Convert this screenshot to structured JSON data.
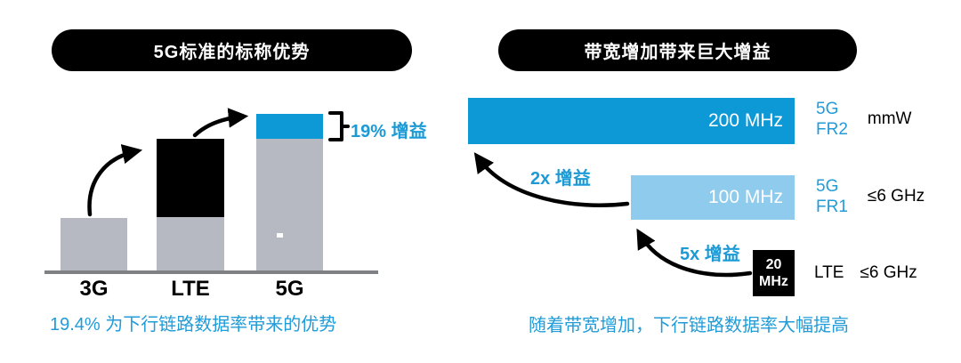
{
  "colors": {
    "accent_blue": "#0d99d6",
    "light_blue": "#8fcbec",
    "bar_gray": "#b6b8c2",
    "black": "#000000",
    "text_blue": "#219cd8",
    "baseline_gray": "#7e8084",
    "background": "#ffffff"
  },
  "left_panel": {
    "title": "5G标准的标称优势",
    "bars": [
      {
        "label": "3G"
      },
      {
        "label": "LTE"
      },
      {
        "label": "5G"
      }
    ],
    "gain_annotation": "19% 增益",
    "caption": "19.4% 为下行链路数据率带来的优势"
  },
  "right_panel": {
    "title": "带宽增加带来巨大增益",
    "bars": [
      {
        "bandwidth": "200 MHz",
        "tech": "5G",
        "band": "FR2",
        "spectrum": "mmW"
      },
      {
        "bandwidth": "100 MHz",
        "tech": "5G",
        "band": "FR1",
        "spectrum": "≤6 GHz"
      },
      {
        "bandwidth_line1": "20",
        "bandwidth_line2": "MHz",
        "tech": "LTE",
        "spectrum": "≤6 GHz"
      }
    ],
    "gain_annotations": [
      "2x 增益",
      "5x 增益"
    ],
    "caption": "随着带宽增加，下行链路数据率大幅提高"
  },
  "chart_data": [
    {
      "type": "bar",
      "title": "5G标准的标称优势",
      "categories": [
        "3G",
        "LTE",
        "5G"
      ],
      "series": [
        {
          "name": "gray-base",
          "color": "#b6b8c2",
          "values": [
            1.0,
            1.0,
            2.5
          ]
        },
        {
          "name": "black-increase",
          "color": "#000000",
          "values": [
            0,
            1.5,
            0
          ]
        },
        {
          "name": "blue-5g-gain",
          "color": "#0d99d6",
          "values": [
            0,
            0,
            0.48
          ]
        }
      ],
      "stacked": true,
      "annotations": [
        "19% 增益"
      ],
      "caption": "19.4% 为下行链路数据率带来的优势",
      "xlabel": "",
      "ylabel": "",
      "grid": false,
      "legend": "none",
      "note": "schematic stacked bars; blue top segment of 5G marked as 19% gain"
    },
    {
      "type": "bar",
      "orientation": "horizontal",
      "title": "带宽增加带来巨大增益",
      "categories": [
        "5G FR2 mmW",
        "5G FR1 ≤6 GHz",
        "LTE ≤6 GHz"
      ],
      "values": [
        200,
        100,
        20
      ],
      "unit": "MHz",
      "bar_colors": [
        "#0d99d6",
        "#8fcbec",
        "#000000"
      ],
      "annotations": [
        "2x 增益 (100→200 MHz)",
        "5x 增益 (20→100 MHz)"
      ],
      "caption": "随着带宽增加，下行链路数据率大幅提高",
      "xlabel": "",
      "ylabel": "",
      "grid": false,
      "legend": "none"
    }
  ]
}
